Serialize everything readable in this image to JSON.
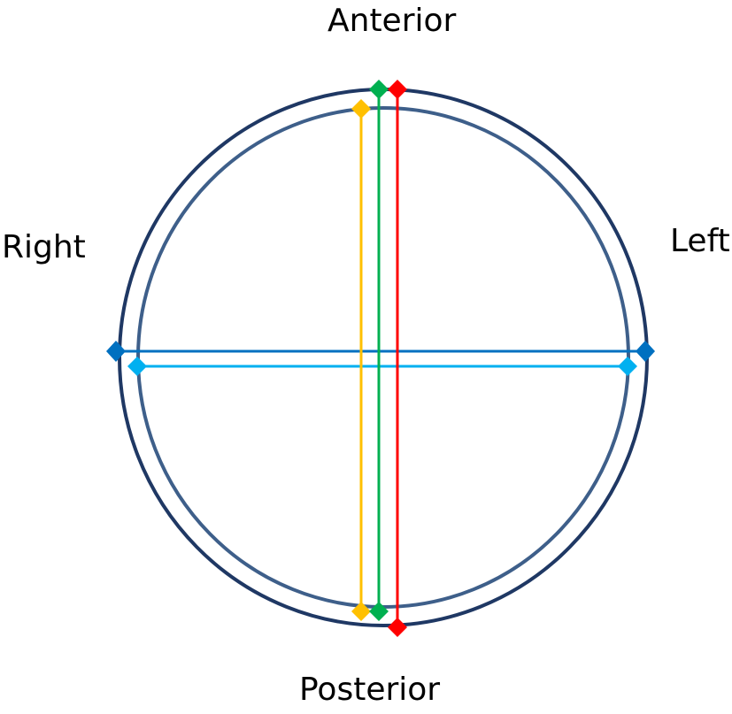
{
  "labels": {
    "anterior": "Anterior",
    "posterior": "Posterior",
    "right": "Right",
    "left": "Left"
  },
  "colors": {
    "outer_ring": "#1f3864",
    "inner_ring": "#3e5f8a",
    "blue_dark": "#0070c0",
    "blue_light": "#00b0f0",
    "yellow": "#ffc000",
    "green": "#00b050",
    "red": "#ff0000"
  },
  "measurement_lines": [
    {
      "name": "dark-blue-horizontal-line",
      "color_key": "blue_dark"
    },
    {
      "name": "light-blue-horizontal-line",
      "color_key": "blue_light"
    },
    {
      "name": "yellow-vertical-line",
      "color_key": "yellow"
    },
    {
      "name": "green-vertical-line",
      "color_key": "green"
    },
    {
      "name": "red-vertical-line",
      "color_key": "red"
    }
  ]
}
